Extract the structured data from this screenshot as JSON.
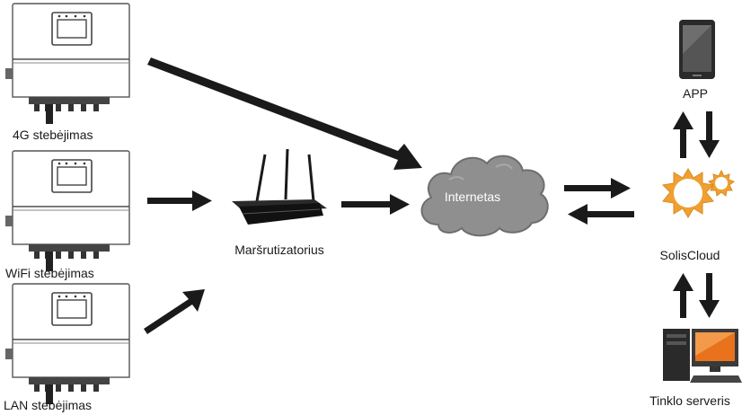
{
  "diagram": {
    "inverters": [
      {
        "label": "4G stebėjimas"
      },
      {
        "label": "WiFi stebėjimas"
      },
      {
        "label": "LAN stebėjimas"
      }
    ],
    "router": {
      "label": "Maršrutizatorius"
    },
    "cloud": {
      "label": "Internetas"
    },
    "app": {
      "label": "APP"
    },
    "soliscloud": {
      "label": "SolisCloud"
    },
    "server": {
      "label": "Tinklo serveris"
    }
  },
  "colors": {
    "arrow": "#1a1a1a",
    "cloud_fill": "#8f8f8f",
    "cloud_stroke": "#6e6e6e",
    "sun_orange": "#f0a030",
    "server_orange": "#e8731c"
  }
}
